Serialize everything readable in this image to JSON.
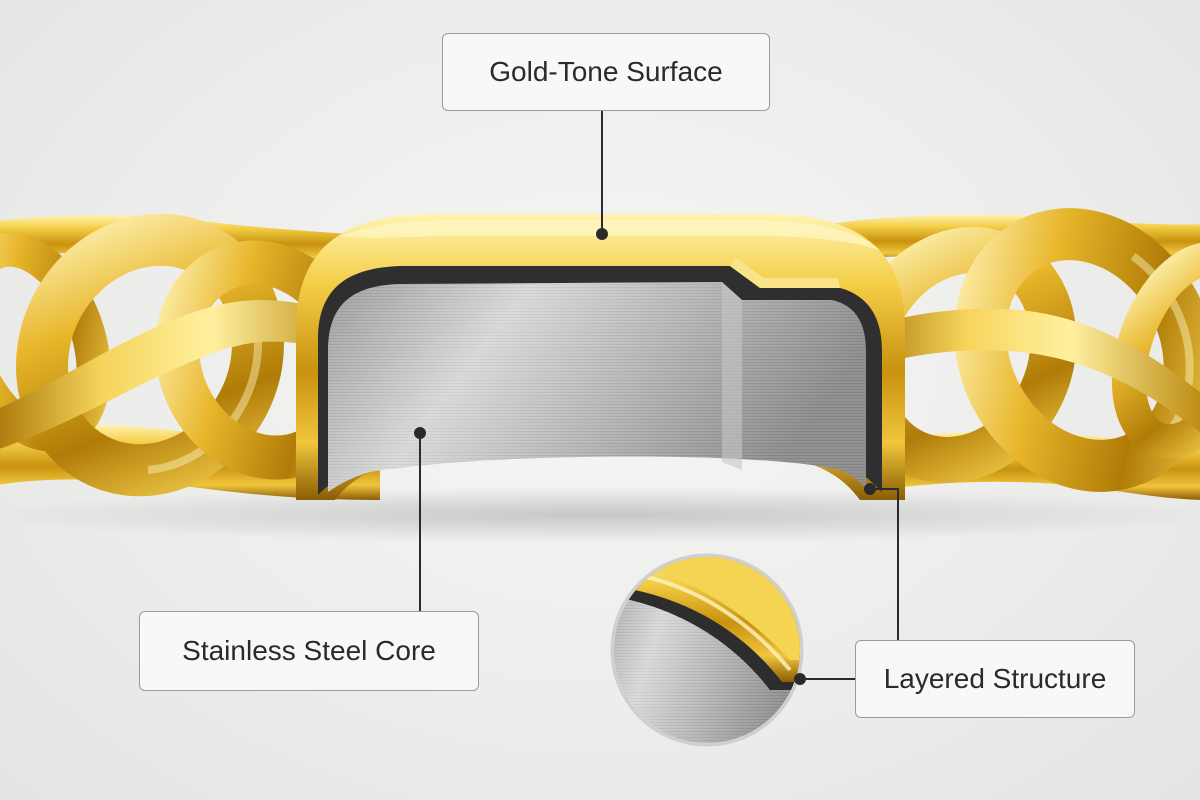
{
  "labels": {
    "surface": "Gold-Tone Surface",
    "core": "Stainless Steel Core",
    "structure": "Layered Structure"
  },
  "colors": {
    "gold_light": "#fff1a8",
    "gold_mid": "#e9b829",
    "gold_dark": "#9a6a05",
    "steel_light": "#d9d9d9",
    "steel_dark": "#8e8e8e",
    "leader_line": "#2b2b2b",
    "callout_border": "#9b9b9b"
  }
}
